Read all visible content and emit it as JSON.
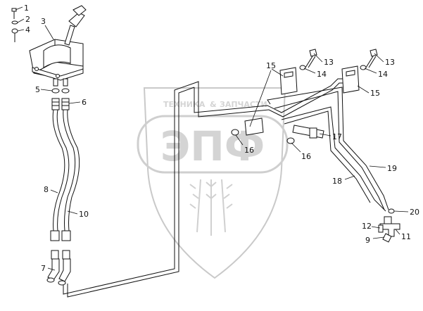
{
  "watermark": {
    "top_text": "ТЕХНИКА",
    "ampersand": "&",
    "right_text": "ЗАПЧАСТИ",
    "logo_text": "ЭПФ",
    "color": "#c9c9c9"
  },
  "callouts": [
    {
      "id": "c1",
      "label": "1"
    },
    {
      "id": "c2",
      "label": "2"
    },
    {
      "id": "c4",
      "label": "4"
    },
    {
      "id": "c3",
      "label": "3"
    },
    {
      "id": "c5",
      "label": "5"
    },
    {
      "id": "c6",
      "label": "6"
    },
    {
      "id": "c8",
      "label": "8"
    },
    {
      "id": "c10",
      "label": "10"
    },
    {
      "id": "c7",
      "label": "7"
    },
    {
      "id": "c15a",
      "label": "15"
    },
    {
      "id": "c13a",
      "label": "13"
    },
    {
      "id": "c14a",
      "label": "14"
    },
    {
      "id": "c13b",
      "label": "13"
    },
    {
      "id": "c14b",
      "label": "14"
    },
    {
      "id": "c15b",
      "label": "15"
    },
    {
      "id": "c16a",
      "label": "16"
    },
    {
      "id": "c17",
      "label": "17"
    },
    {
      "id": "c16b",
      "label": "16"
    },
    {
      "id": "c19",
      "label": "19"
    },
    {
      "id": "c18",
      "label": "18"
    },
    {
      "id": "c20",
      "label": "20"
    },
    {
      "id": "c12",
      "label": "12"
    },
    {
      "id": "c11",
      "label": "11"
    },
    {
      "id": "c9",
      "label": "9"
    }
  ]
}
